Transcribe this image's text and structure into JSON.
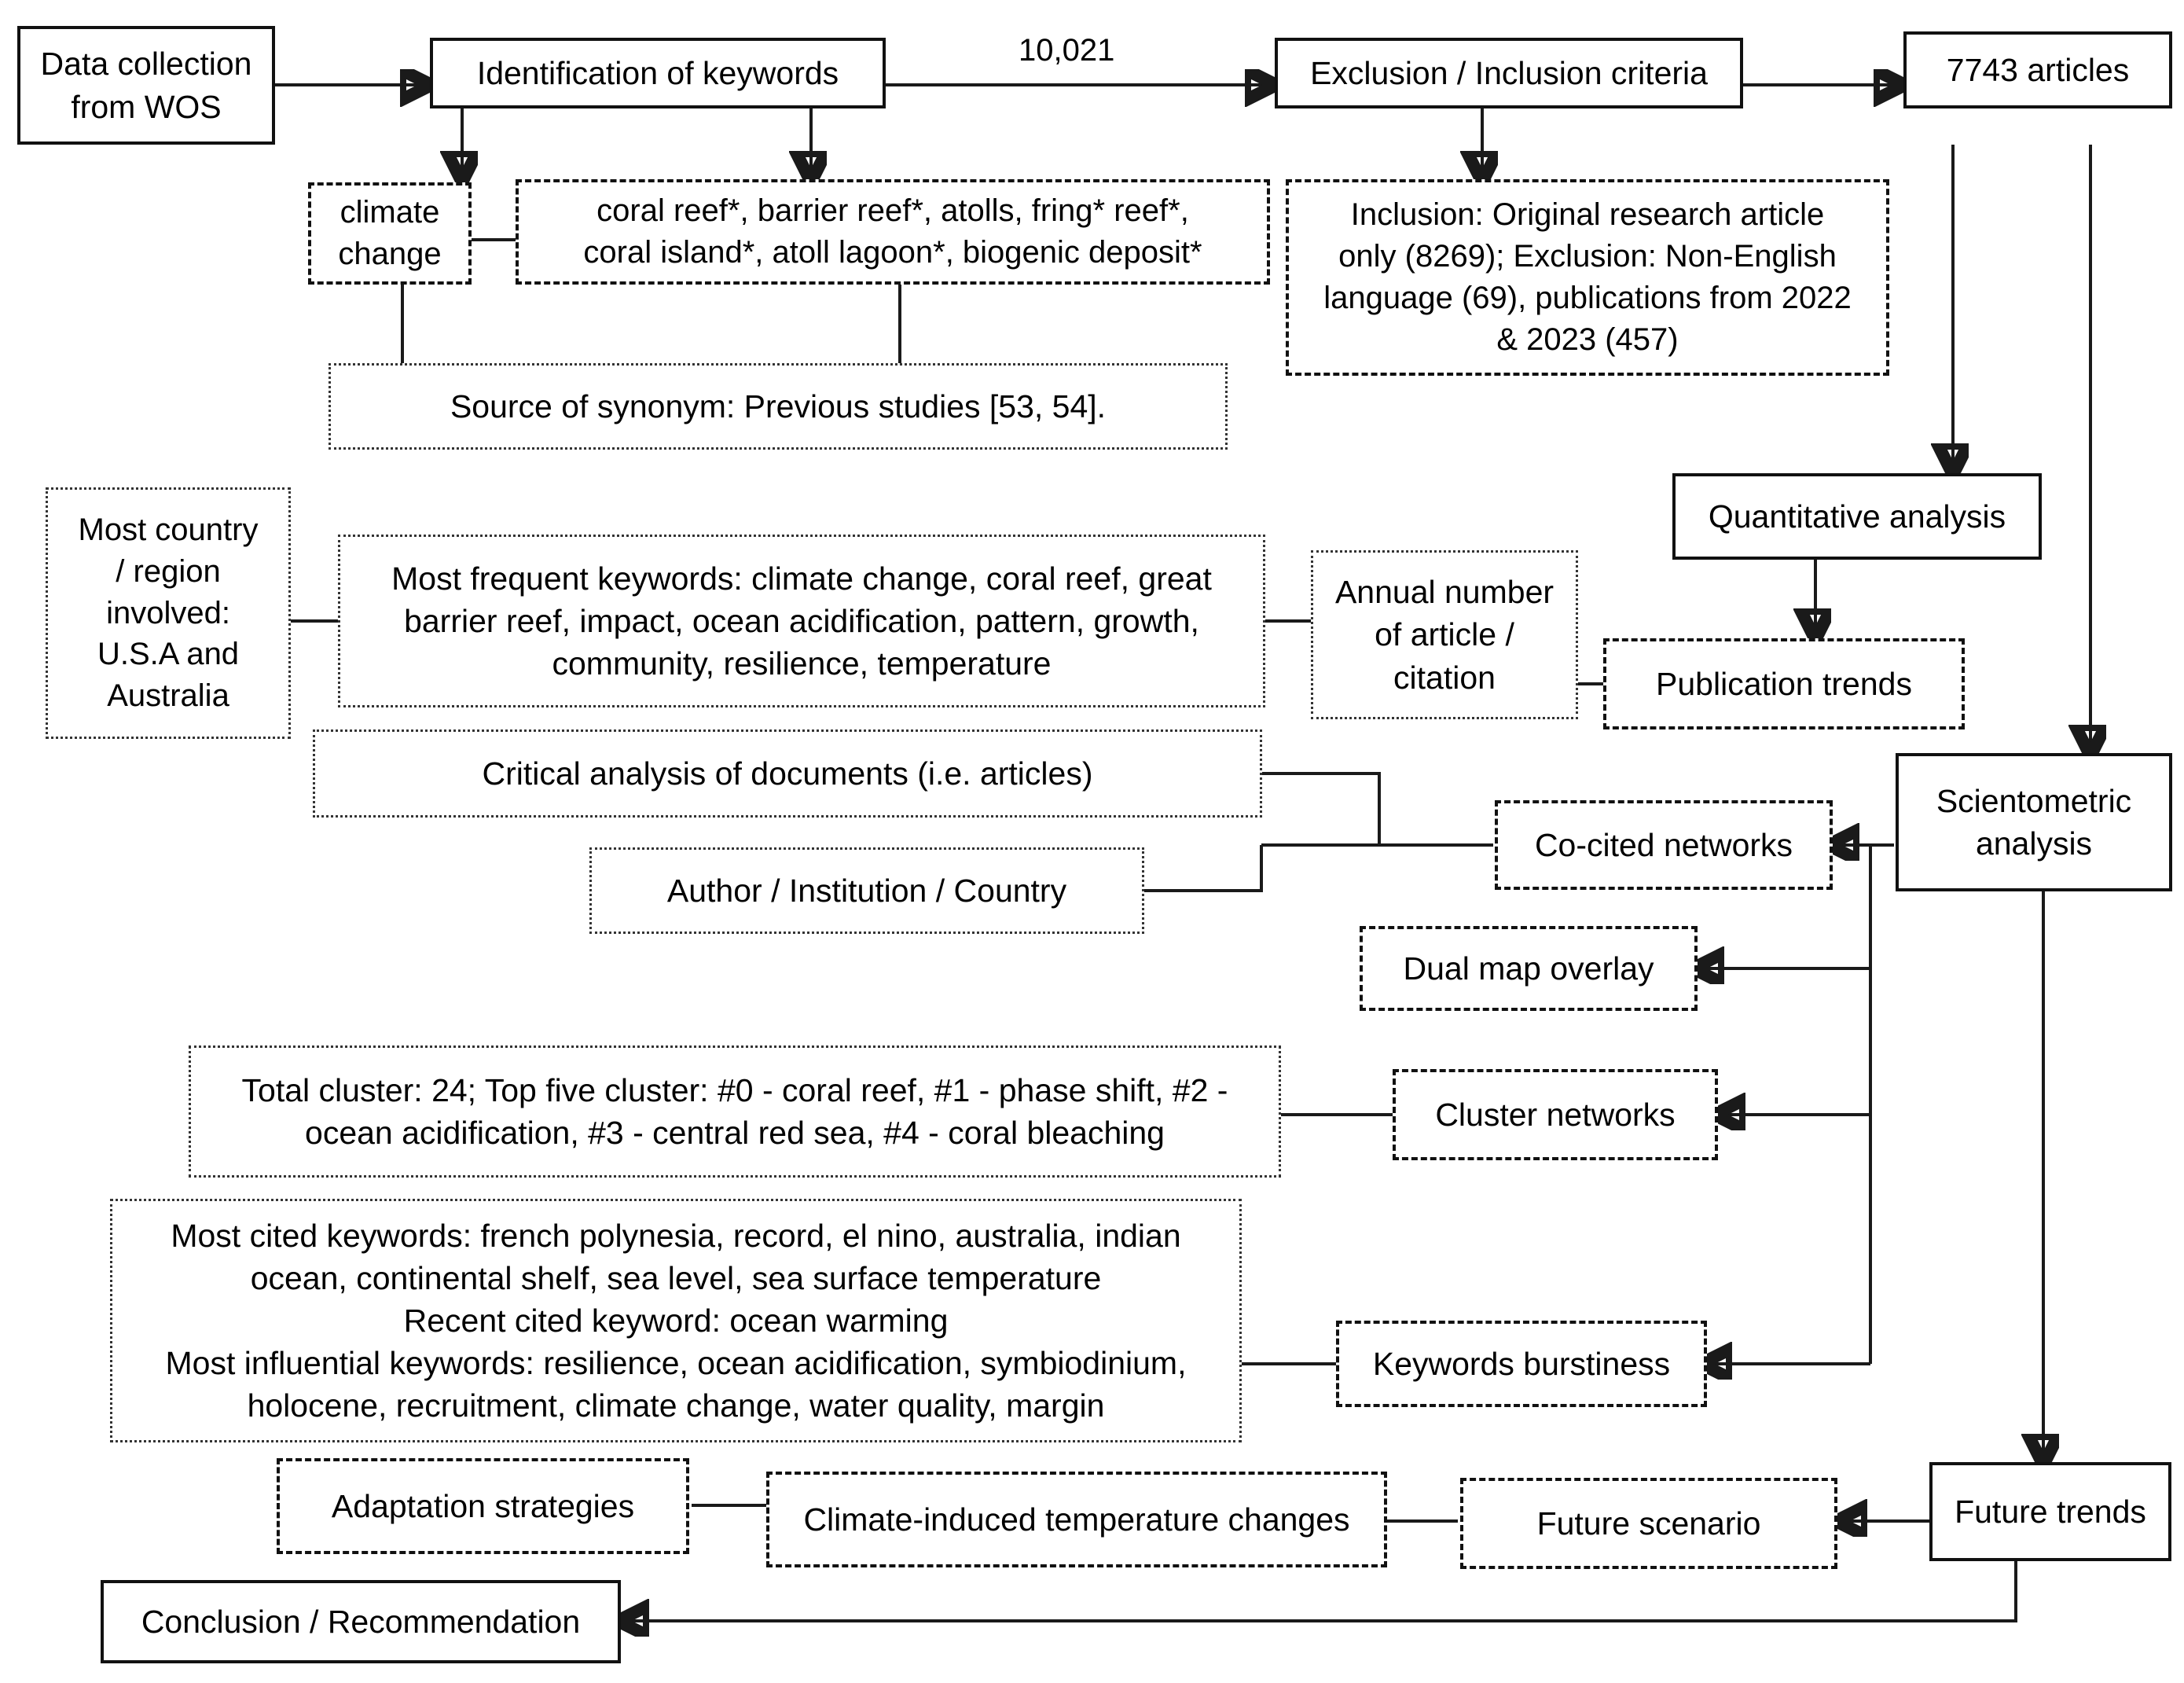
{
  "diagram": {
    "title": "Bibliometric methodology flowchart",
    "edge_labels": [
      {
        "id": "count-10021",
        "text": "10,021"
      }
    ],
    "nodes": [
      {
        "id": "data-collection",
        "label": "Data collection\nfrom WOS",
        "style": "solid"
      },
      {
        "id": "identification",
        "label": "Identification of keywords",
        "style": "solid"
      },
      {
        "id": "exclusion-inclusion",
        "label": "Exclusion / Inclusion criteria",
        "style": "solid"
      },
      {
        "id": "articles-7743",
        "label": "7743 articles",
        "style": "solid"
      },
      {
        "id": "climate-change",
        "label": "climate\nchange",
        "style": "dashed"
      },
      {
        "id": "synonyms",
        "label": "coral reef*, barrier reef*, atolls, fring* reef*,\ncoral island*, atoll lagoon*, biogenic deposit*",
        "style": "dashed"
      },
      {
        "id": "inclusion-details",
        "label": "Inclusion: Original research article\nonly (8269); Exclusion: Non-English\nlanguage (69), publications from 2022\n& 2023 (457)",
        "style": "dashed"
      },
      {
        "id": "source-of-synonym",
        "label": "Source of synonym: Previous studies [53, 54].",
        "style": "dotted"
      },
      {
        "id": "most-country",
        "label": "Most country\n/ region\ninvolved:\nU.S.A and\nAustralia",
        "style": "dotted"
      },
      {
        "id": "most-frequent",
        "label": "Most frequent keywords: climate change, coral reef, great\nbarrier reef, impact, ocean acidification, pattern, growth,\ncommunity, resilience, temperature",
        "style": "dotted"
      },
      {
        "id": "annual-number",
        "label": "Annual number\nof article /\ncitation",
        "style": "dotted"
      },
      {
        "id": "quantitative-analysis",
        "label": "Quantitative analysis",
        "style": "solid"
      },
      {
        "id": "publication-trends",
        "label": "Publication trends",
        "style": "dashed"
      },
      {
        "id": "critical-analysis",
        "label": "Critical analysis of documents (i.e. articles)",
        "style": "dotted"
      },
      {
        "id": "author-institution",
        "label": "Author / Institution / Country",
        "style": "dotted"
      },
      {
        "id": "co-cited-networks",
        "label": "Co-cited networks",
        "style": "dashed"
      },
      {
        "id": "scientometric",
        "label": "Scientometric\nanalysis",
        "style": "solid"
      },
      {
        "id": "dual-map-overlay",
        "label": "Dual map overlay",
        "style": "dashed"
      },
      {
        "id": "cluster-summary",
        "label": "Total cluster: 24; Top five cluster: #0 - coral reef, #1 - phase shift, #2 -\nocean acidification, #3 - central red sea, #4 - coral bleaching",
        "style": "dotted"
      },
      {
        "id": "cluster-networks",
        "label": "Cluster networks",
        "style": "dashed"
      },
      {
        "id": "keywords-summary",
        "label": "Most cited keywords: french polynesia, record, el nino, australia, indian\nocean, continental shelf, sea level, sea surface temperature\nRecent cited keyword: ocean warming\nMost influential keywords: resilience, ocean acidification, symbiodinium,\nholocene, recruitment, climate change, water quality, margin",
        "style": "dotted"
      },
      {
        "id": "keywords-burstiness",
        "label": "Keywords burstiness",
        "style": "dashed"
      },
      {
        "id": "adaptation-strategies",
        "label": "Adaptation strategies",
        "style": "dashed"
      },
      {
        "id": "climate-induced",
        "label": "Climate-induced temperature changes",
        "style": "dashed"
      },
      {
        "id": "future-scenario",
        "label": "Future scenario",
        "style": "dashed"
      },
      {
        "id": "future-trends",
        "label": "Future trends",
        "style": "solid"
      },
      {
        "id": "conclusion",
        "label": "Conclusion / Recommendation",
        "style": "solid"
      }
    ]
  }
}
